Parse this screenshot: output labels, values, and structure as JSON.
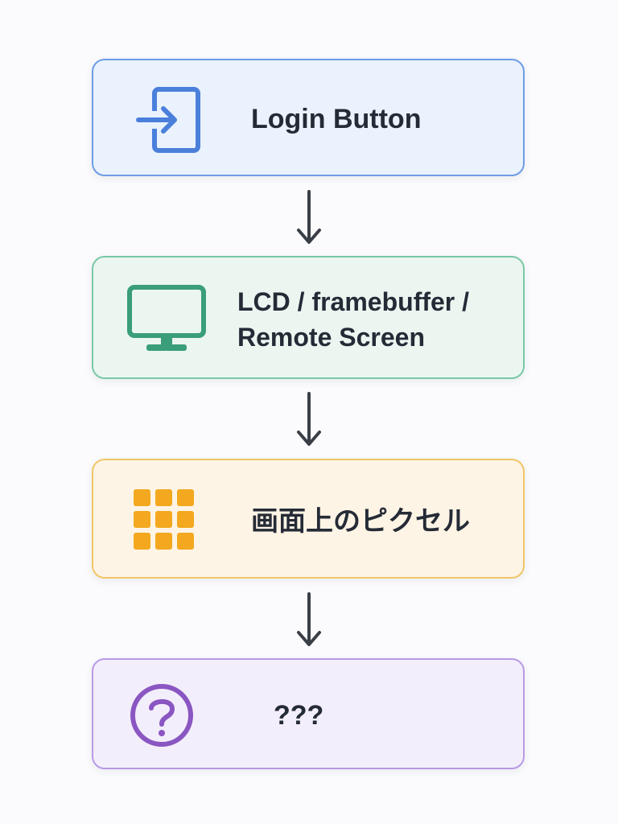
{
  "colors": {
    "background": "#fbfbfd",
    "text": "#252b36",
    "arrow": "#3a3f47",
    "login_accent": "#4a7fdc",
    "screen_accent": "#3a9e7a",
    "pixels_accent": "#f3a81f",
    "unknown_accent": "#8a56c2"
  },
  "flow": {
    "steps": [
      {
        "label": "Login Button",
        "icon": "login-icon"
      },
      {
        "label": "LCD / framebuffer / Remote Screen",
        "icon": "monitor-icon"
      },
      {
        "label": "画面上のピクセル",
        "icon": "pixel-grid-icon"
      },
      {
        "label": "???",
        "icon": "question-icon"
      }
    ]
  }
}
